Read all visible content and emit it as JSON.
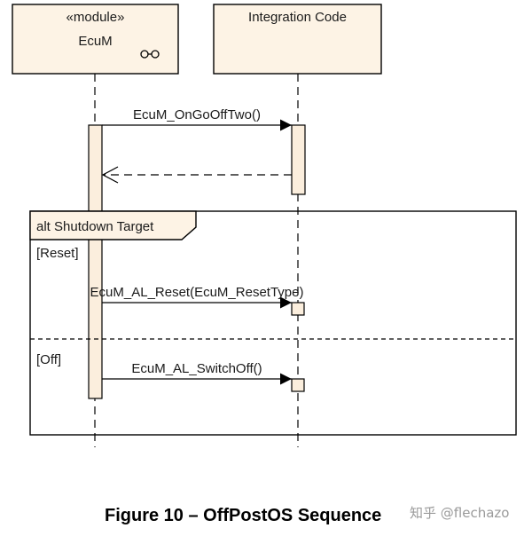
{
  "participants": [
    {
      "stereotype": "«module»",
      "name": "EcuM"
    },
    {
      "stereotype": "",
      "name": "Integration Code"
    }
  ],
  "messages": {
    "call_goofftwo": "EcuM_OnGoOffTwo()",
    "call_reset": "EcuM_AL_Reset(EcuM_ResetType)",
    "call_switchoff": "EcuM_AL_SwitchOff()"
  },
  "fragment": {
    "label": "alt Shutdown Target",
    "guards": [
      "[Reset]",
      "[Off]"
    ]
  },
  "caption": "Figure 10 – OffPostOS Sequence",
  "watermark": "知乎 @flechazo",
  "colors": {
    "participant_fill": "#fdf3e5",
    "activation_fill": "#fbeedd",
    "line": "#000000"
  }
}
